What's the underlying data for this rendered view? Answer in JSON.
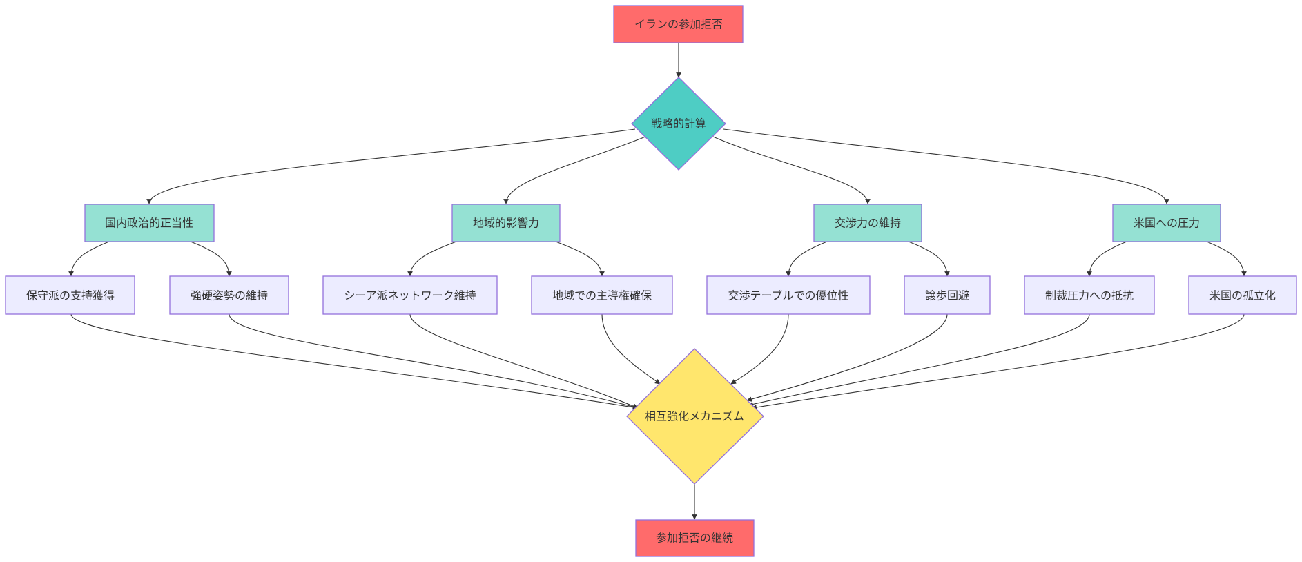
{
  "colors": {
    "endpoint_fill": "#ff6b6b",
    "decision_top_fill": "#4ecdc4",
    "category_fill": "#95e1d3",
    "leaf_fill": "#ececff",
    "decision_bottom_fill": "#ffe66d",
    "border": "#9370db",
    "edge": "#333333"
  },
  "nodes": {
    "start": "イランの参加拒否",
    "strategic_calc": "戦略的計算",
    "domestic": "国内政治的正当性",
    "regional": "地域的影響力",
    "negotiation": "交渉力の維持",
    "us_pressure": "米国への圧力",
    "conservative_support": "保守派の支持獲得",
    "hardline": "強硬姿勢の維持",
    "shia_network": "シーア派ネットワーク維持",
    "regional_leadership": "地域での主導権確保",
    "table_advantage": "交渉テーブルでの優位性",
    "avoid_concession": "譲歩回避",
    "resist_sanctions": "制裁圧力への抵抗",
    "isolate_us": "米国の孤立化",
    "mutual_reinforcement": "相互強化メカニズム",
    "continue_refusal": "参加拒否の継続"
  }
}
